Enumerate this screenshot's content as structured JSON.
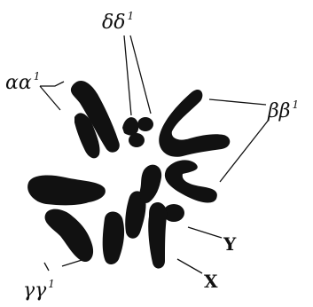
{
  "figure": {
    "labels": {
      "alpha": {
        "base": "αα",
        "sup": "1"
      },
      "delta": {
        "base": "δδ",
        "sup": "1"
      },
      "beta": {
        "base": "ββ",
        "sup": "1"
      },
      "gamma": {
        "base": "γγ",
        "sup": "1"
      },
      "y": "Y",
      "x": "X"
    },
    "colors": {
      "ink": "#111111",
      "background": "#ffffff"
    }
  }
}
